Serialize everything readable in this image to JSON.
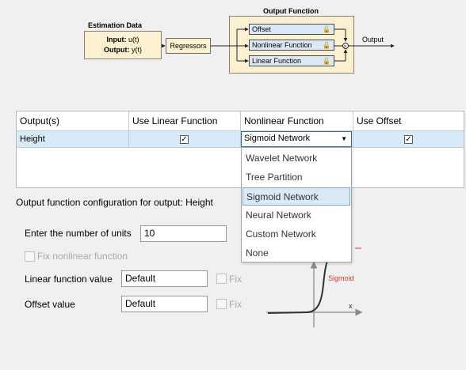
{
  "diagram": {
    "estimation_title": "Estimation Data",
    "input_label": "Input:",
    "input_value": "u(t)",
    "output_label": "Output:",
    "output_value": "y(t)",
    "regressors": "Regressors",
    "output_function_title": "Output Function",
    "offset": "Offset",
    "nonlinear_function": "Nonlinear Function",
    "linear_function": "Linear Function",
    "output": "Output"
  },
  "table": {
    "headers": [
      "Output(s)",
      "Use Linear Function",
      "Nonlinear Function",
      "Use Offset"
    ],
    "rows": [
      {
        "output": "Height",
        "use_linear": true,
        "nonlinear": "Sigmoid Network",
        "use_offset": true
      }
    ]
  },
  "dropdown": {
    "options": [
      "Wavelet Network",
      "Tree Partition",
      "Sigmoid Network",
      "Neural Network",
      "Custom Network",
      "None"
    ],
    "selected": "Sigmoid Network"
  },
  "config": {
    "heading": "Output function configuration for output: Height",
    "units_label": "Enter the number of units",
    "units_value": "10",
    "fix_nonlinear_label": "Fix nonlinear function",
    "linear_value_label": "Linear function value",
    "linear_value": "Default",
    "offset_label": "Offset value",
    "offset_value": "Default",
    "fix_label": "Fix"
  },
  "plot": {
    "curve_label": "Sigmoid",
    "x_label": "x",
    "curve_color": "#d43a2f"
  },
  "colors": {
    "accent": "#1f6fb5",
    "row_highlight": "#d6eaf8",
    "block_fill": "#fbf0cf",
    "function_fill": "#dbe9f7"
  }
}
